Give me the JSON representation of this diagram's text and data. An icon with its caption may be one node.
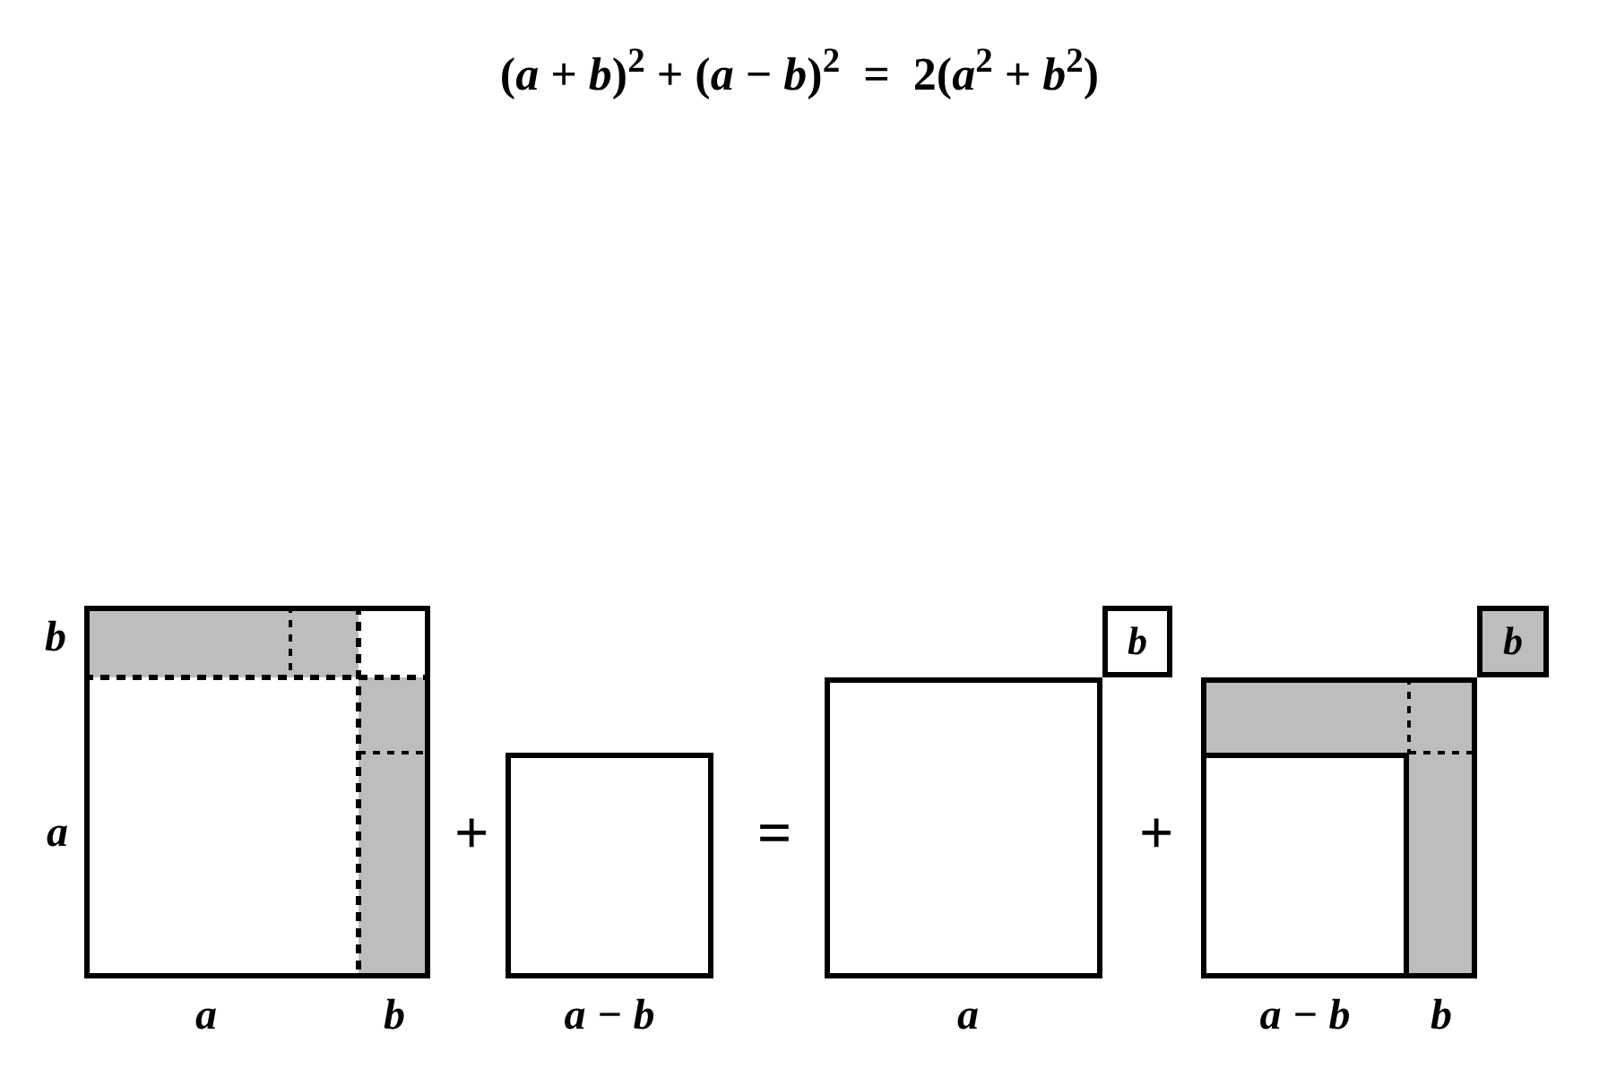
{
  "diagram": {
    "title": "(*a* + *b*)$^{2}$ + (*a* − *b*)$^{2}$  =  2(*a*$^{2}$ + *b*$^{2}$)",
    "nodes": [
      {
        "text": [],
        "shape": "box"
      },
      {
        "text": [],
        "shape": "box"
      },
      {
        "text": [],
        "shape": "box"
      },
      {
        "text": [
          "b"
        ]
      },
      {
        "text": [],
        "shape": "box"
      },
      {
        "text": [],
        "shape": "box",
        "in": 4
      },
      {
        "text": [
          "b"
        ]
      }
    ],
    "labels": [
      "b",
      "a",
      "+",
      "=",
      "+",
      "a",
      "b",
      "a − b",
      "a",
      "a − b",
      "b"
    ]
  }
}
